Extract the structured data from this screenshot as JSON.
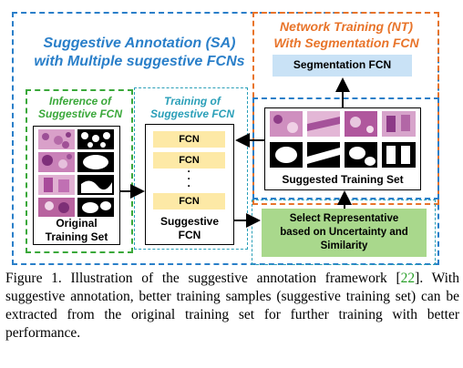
{
  "sa": {
    "title_line1": "Suggestive Annotation (SA)",
    "title_line2": "with Multiple suggestive FCNs"
  },
  "nt": {
    "title_line1": "Network Training  (NT)",
    "title_line2": "With Segmentation FCN",
    "segmentation_label": "Segmentation FCN"
  },
  "inference": {
    "title_line1": "Inference of",
    "title_line2": "Suggestive FCN",
    "box_label_line1": "Original",
    "box_label_line2": "Training Set"
  },
  "training": {
    "title_line1": "Training of",
    "title_line2": "Suggestive FCN",
    "fcn_labels": [
      "FCN",
      "FCN",
      "FCN"
    ],
    "dots": "·\n·\n·",
    "box_label_line1": "Suggestive",
    "box_label_line2": "FCN"
  },
  "suggested": {
    "label": "Suggested Training Set"
  },
  "select": {
    "line1": "Select Representative",
    "line2": "based on Uncertainty and",
    "line3": "Similarity"
  },
  "caption": {
    "text_before": "Figure 1. Illustration of the suggestive annotation framework [",
    "citation": "22",
    "text_after": "]. With suggestive annotation, better training samples (suggestive training set) can be extracted from the original training set for further training with better performance."
  },
  "colors": {
    "sa_border": "#2a7fc9",
    "nt_border": "#e8742a",
    "inference_border": "#3aa83a",
    "training_border": "#2a9fb8",
    "fcn_fill": "#fde9a6",
    "seg_fill": "#c9e2f6",
    "select_fill": "#a9d88c"
  }
}
